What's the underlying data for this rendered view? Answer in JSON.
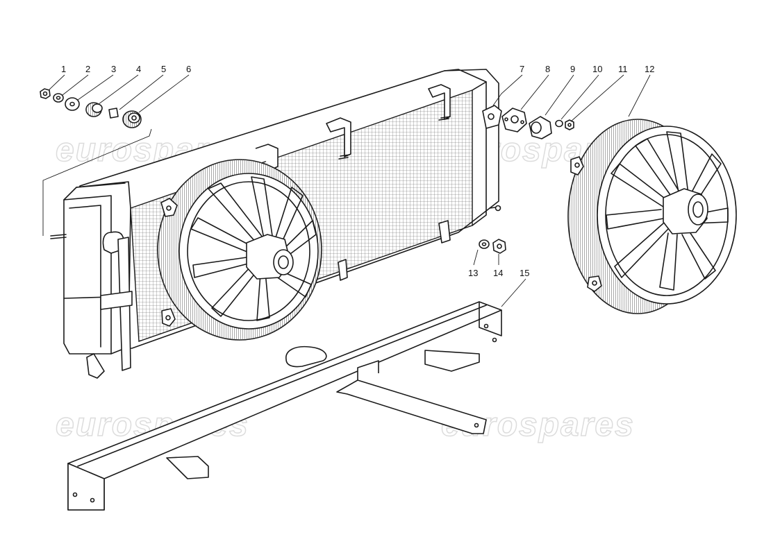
{
  "watermarks": [
    "eurospares",
    "eurospares",
    "eurospares",
    "eurospares"
  ],
  "callouts": [
    "1",
    "2",
    "3",
    "4",
    "5",
    "6",
    "7",
    "8",
    "9",
    "10",
    "11",
    "12",
    "13",
    "14",
    "15"
  ]
}
